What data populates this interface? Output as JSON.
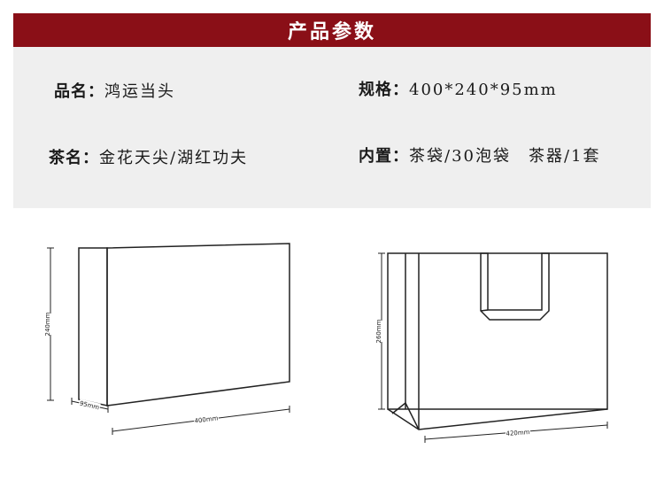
{
  "header": {
    "title": "产品参数"
  },
  "specs": [
    {
      "label": "品名：",
      "value": "鸿运当头"
    },
    {
      "label": "规格：",
      "value": "400*240*95mm"
    },
    {
      "label": "茶名：",
      "value": "金花天尖/湖红功夫"
    },
    {
      "label": "内置：",
      "value": "茶袋/30泡袋　茶器/1套"
    }
  ],
  "box_diagram": {
    "height_label": "240mm",
    "depth_label": "95mm",
    "width_label": "400mm"
  },
  "bag_diagram": {
    "height_label": "260mm",
    "width_label": "420mm"
  },
  "colors": {
    "banner": "#8a0f17",
    "panel": "#efefef"
  }
}
